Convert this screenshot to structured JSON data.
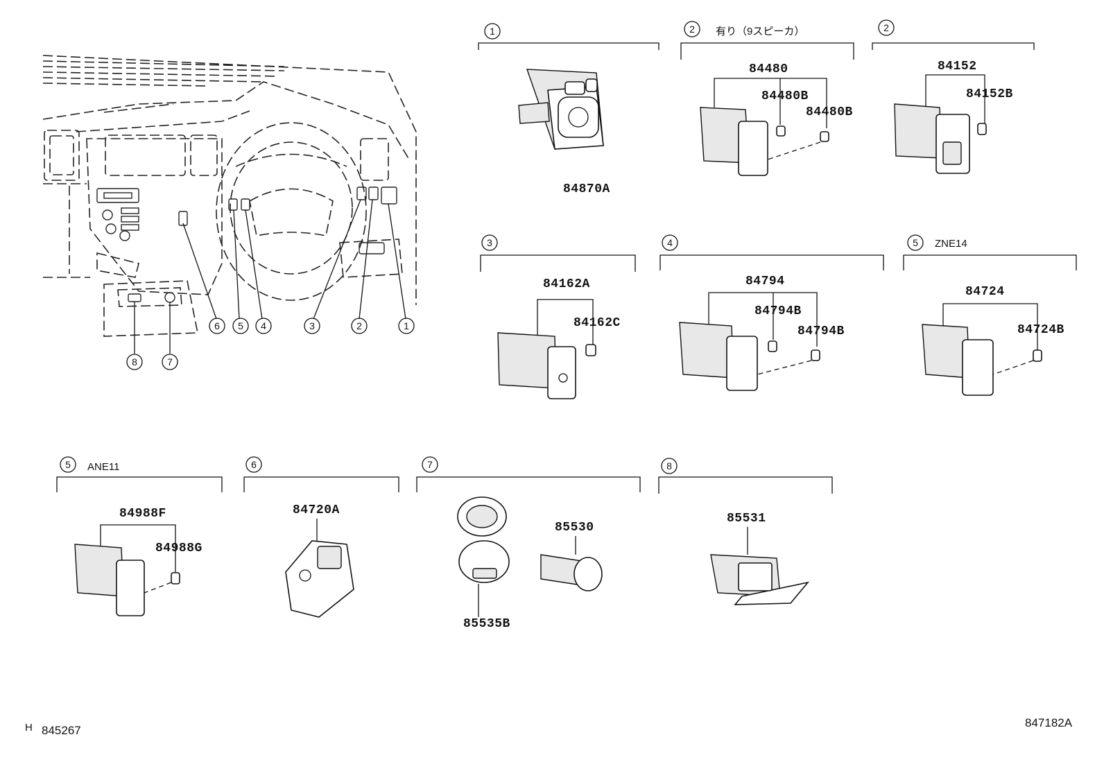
{
  "overview": {
    "callouts": [
      "6",
      "5",
      "4",
      "3",
      "2",
      "1",
      "8",
      "7"
    ]
  },
  "groups": [
    {
      "num": "1",
      "note": "",
      "parts": [
        "84870A"
      ]
    },
    {
      "num": "2",
      "note": "有り（9スピーカ）",
      "parts": [
        "84480",
        "84480B",
        "84480B"
      ]
    },
    {
      "num": "2",
      "note": "",
      "parts": [
        "84152",
        "84152B"
      ]
    },
    {
      "num": "3",
      "note": "",
      "parts": [
        "84162A",
        "84162C"
      ]
    },
    {
      "num": "4",
      "note": "",
      "parts": [
        "84794",
        "84794B",
        "84794B"
      ]
    },
    {
      "num": "5",
      "note": "ZNE14",
      "parts": [
        "84724",
        "84724B"
      ]
    },
    {
      "num": "5",
      "note": "ANE11",
      "parts": [
        "84988F",
        "84988G"
      ]
    },
    {
      "num": "6",
      "note": "",
      "parts": [
        "84720A"
      ]
    },
    {
      "num": "7",
      "note": "",
      "parts": [
        "85530",
        "85535B"
      ]
    },
    {
      "num": "8",
      "note": "",
      "parts": [
        "85531"
      ]
    }
  ],
  "footer": {
    "left_prefix": "H",
    "left_code": "845267",
    "right_code": "847182A"
  }
}
